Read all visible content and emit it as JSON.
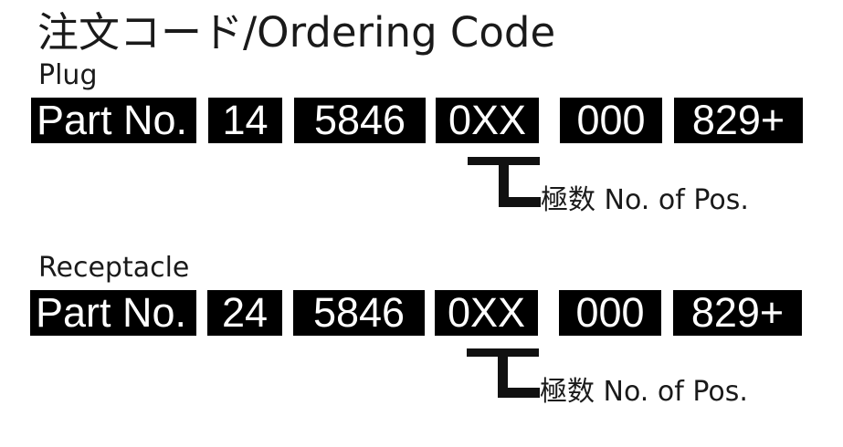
{
  "header": {
    "title": "注文コード/Ordering Code"
  },
  "sections": [
    {
      "label": "Plug",
      "code_segments": [
        {
          "text": "Part No.",
          "role": "prefix"
        },
        {
          "text": "14",
          "role": "type"
        },
        {
          "text": "5846",
          "role": "series"
        },
        {
          "text": "0XX",
          "role": "positions"
        },
        {
          "text": "000",
          "role": "variant"
        },
        {
          "text": "829+",
          "role": "suffix"
        }
      ],
      "annotation": {
        "target_segment": "0XX",
        "label": "極数 No. of Pos."
      }
    },
    {
      "label": "Receptacle",
      "code_segments": [
        {
          "text": "Part No.",
          "role": "prefix"
        },
        {
          "text": "24",
          "role": "type"
        },
        {
          "text": "5846",
          "role": "series"
        },
        {
          "text": "0XX",
          "role": "positions"
        },
        {
          "text": "000",
          "role": "variant"
        },
        {
          "text": "829+",
          "role": "suffix"
        }
      ],
      "annotation": {
        "target_segment": "0XX",
        "label": "極数 No. of Pos."
      }
    }
  ],
  "colors": {
    "box_background": "#000000",
    "box_text": "#ffffff",
    "text": "#1a1a1a",
    "background": "#ffffff"
  }
}
